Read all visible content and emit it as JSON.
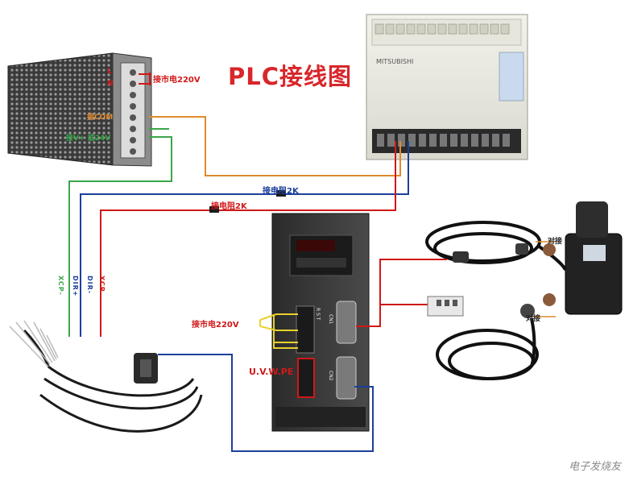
{
  "title": "PLC接线图",
  "colors": {
    "title": "#d8262a",
    "wire_red": "#d01818",
    "wire_blue": "#1d3f9a",
    "wire_green": "#3aa64a",
    "wire_orange": "#e08a2e",
    "wire_yellow": "#e8d22a"
  },
  "plc": {
    "brand": "MITSUBISHI"
  },
  "psu": {
    "terminal_l": "L",
    "terminal_n": "N",
    "mains_label": "接市电220V",
    "com_label": "接COM",
    "v_label": "接V+ 或24V"
  },
  "resistors": {
    "upper": "接电阻2K",
    "lower": "接电阻2K"
  },
  "cable_pins": {
    "xcp_minus": "XCP-",
    "dir_plus": "DIR+",
    "dir_minus": "DIR-",
    "xcp_plus": "XCP"
  },
  "driver": {
    "mains_label": "接市电220V",
    "uvw_label": "U.V.W.PE",
    "left_terminals": "R S T",
    "cn1": "CN1",
    "cn2": "CN2"
  },
  "motor": {
    "connect_label_top": "对接",
    "connect_label_bottom": "对接"
  },
  "watermark": "电子发烧友"
}
